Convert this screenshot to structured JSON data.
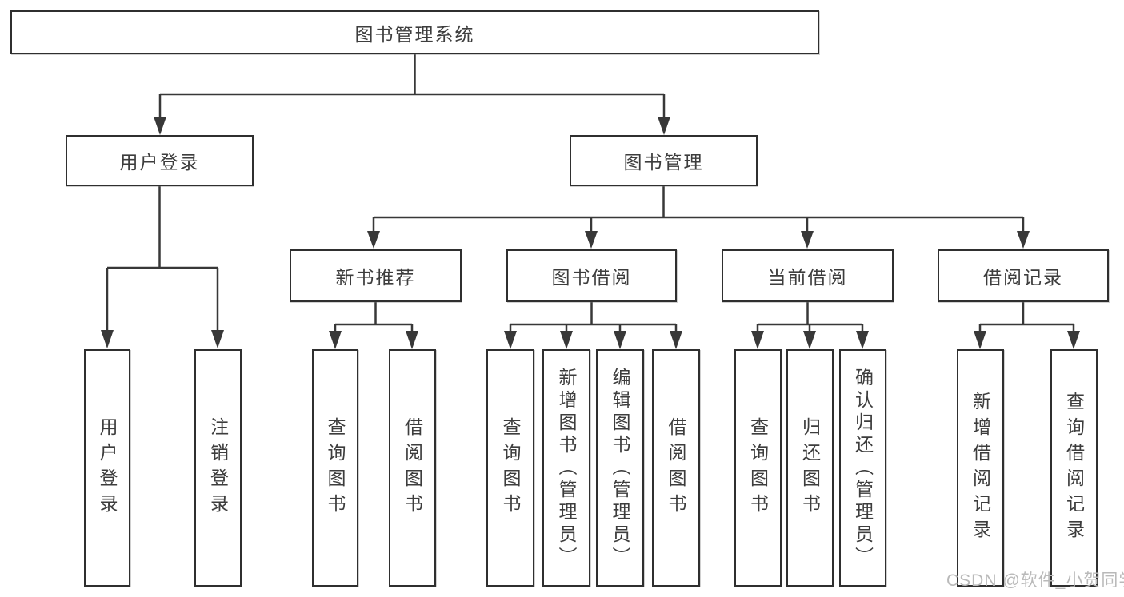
{
  "diagram": {
    "root": {
      "label": "图书管理系统"
    },
    "level2": [
      {
        "label": "用户登录"
      },
      {
        "label": "图书管理"
      }
    ],
    "level3": [
      {
        "label": "新书推荐"
      },
      {
        "label": "图书借阅"
      },
      {
        "label": "当前借阅"
      },
      {
        "label": "借阅记录"
      }
    ],
    "leaves": {
      "user_login": [
        {
          "label": "用户登录"
        },
        {
          "label": "注销登录"
        }
      ],
      "new_book": [
        {
          "label": "查询图书"
        },
        {
          "label": "借阅图书"
        }
      ],
      "book_borrow": [
        {
          "label": "查询图书"
        },
        {
          "label": "新增图书（管理员）"
        },
        {
          "label": "编辑图书（管理员）"
        },
        {
          "label": "借阅图书"
        }
      ],
      "current_borrow": [
        {
          "label": "查询图书"
        },
        {
          "label": "归还图书"
        },
        {
          "label": "确认归还（管理员）"
        }
      ],
      "borrow_record": [
        {
          "label": "新增借阅记录"
        },
        {
          "label": "查询借阅记录"
        }
      ]
    }
  },
  "watermark": {
    "text": "CSDN @软件_小贺同学"
  },
  "colors": {
    "line": "#383838",
    "border": "#2f2f2f",
    "text": "#3d3d3d",
    "watermark": "#b9b9b9",
    "background": "#ffffff"
  }
}
